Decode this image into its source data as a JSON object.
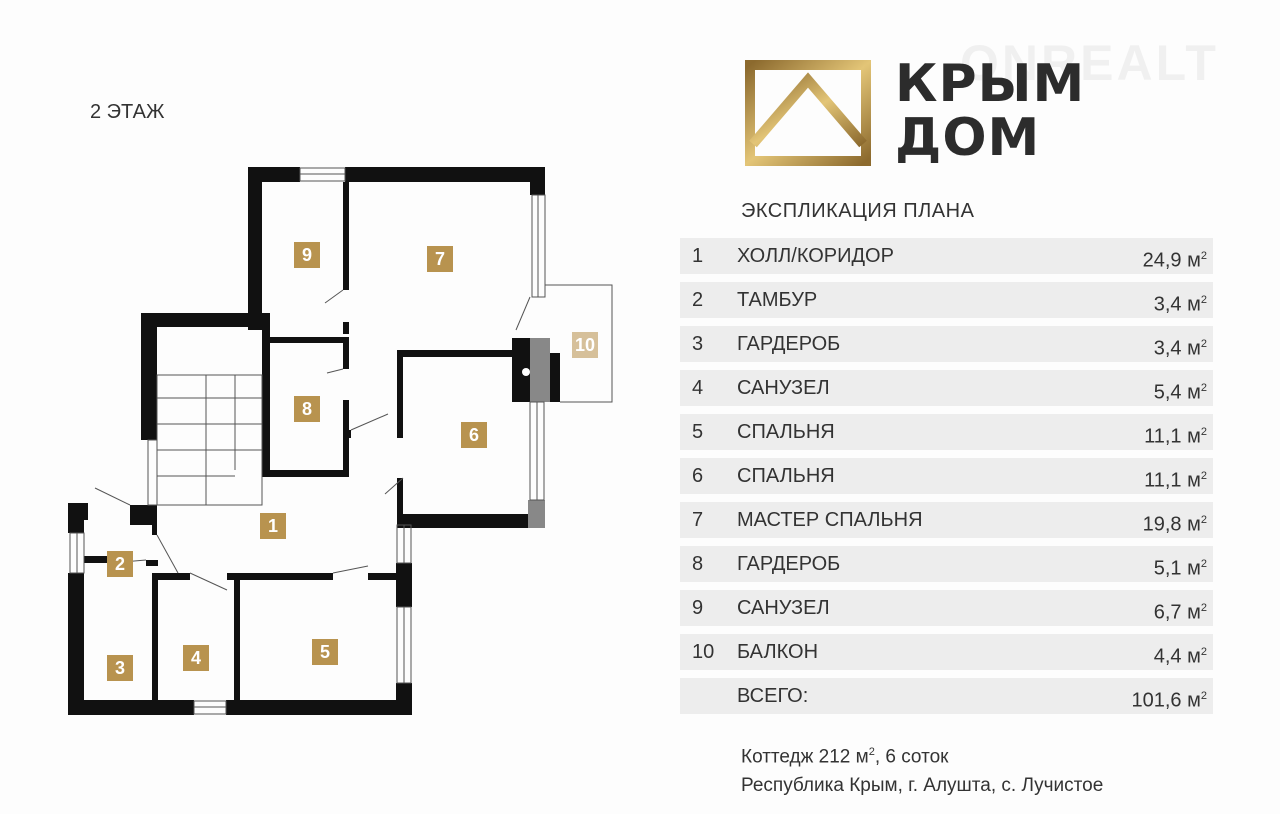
{
  "floor_title": "2 ЭТАЖ",
  "logo": {
    "line1": "КРЫМ",
    "line2": "ДОМ",
    "gold": "#b8934f"
  },
  "watermark": "ONREALT",
  "explication_title": "ЭКСПЛИКАЦИЯ ПЛАНА",
  "unit": "м",
  "unit_sup": "2",
  "rooms": [
    {
      "num": "1",
      "name": "ХОЛЛ/КОРИДОР",
      "area": "24,9"
    },
    {
      "num": "2",
      "name": "ТАМБУР",
      "area": "3,4"
    },
    {
      "num": "3",
      "name": "ГАРДЕРОБ",
      "area": "3,4"
    },
    {
      "num": "4",
      "name": "САНУЗЕЛ",
      "area": "5,4"
    },
    {
      "num": "5",
      "name": "СПАЛЬНЯ",
      "area": "11,1"
    },
    {
      "num": "6",
      "name": "СПАЛЬНЯ",
      "area": "11,1"
    },
    {
      "num": "7",
      "name": "МАСТЕР СПАЛЬНЯ",
      "area": "19,8"
    },
    {
      "num": "8",
      "name": "ГАРДЕРОБ",
      "area": "5,1"
    },
    {
      "num": "9",
      "name": "САНУЗЕЛ",
      "area": "6,7"
    },
    {
      "num": "10",
      "name": "БАЛКОН",
      "area": "4,4"
    }
  ],
  "total": {
    "label": "ВСЕГО:",
    "area": "101,6"
  },
  "footer": {
    "line1_a": "Коттедж 212 м",
    "line1_b": ", 6 соток",
    "line2": "Республика Крым, г. Алушта, с. Лучистое"
  }
}
